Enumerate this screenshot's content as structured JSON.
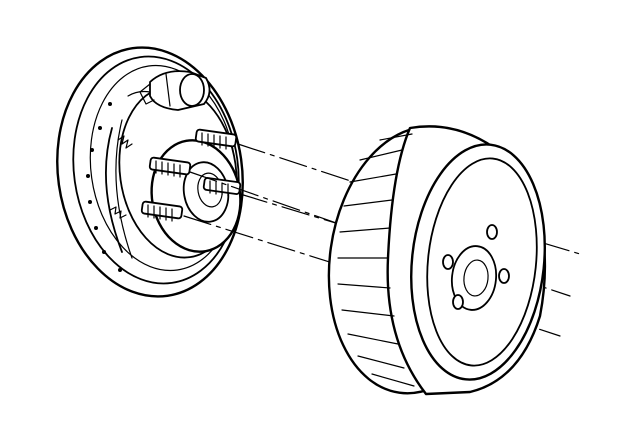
{
  "diagram": {
    "type": "exploded-technical-illustration",
    "parts": [
      "backing-plate",
      "wheel-cylinder",
      "wheel-studs",
      "brake-drum"
    ],
    "stud_count": 4,
    "colors": {
      "ink": "#000000",
      "background": "#ffffff"
    }
  }
}
